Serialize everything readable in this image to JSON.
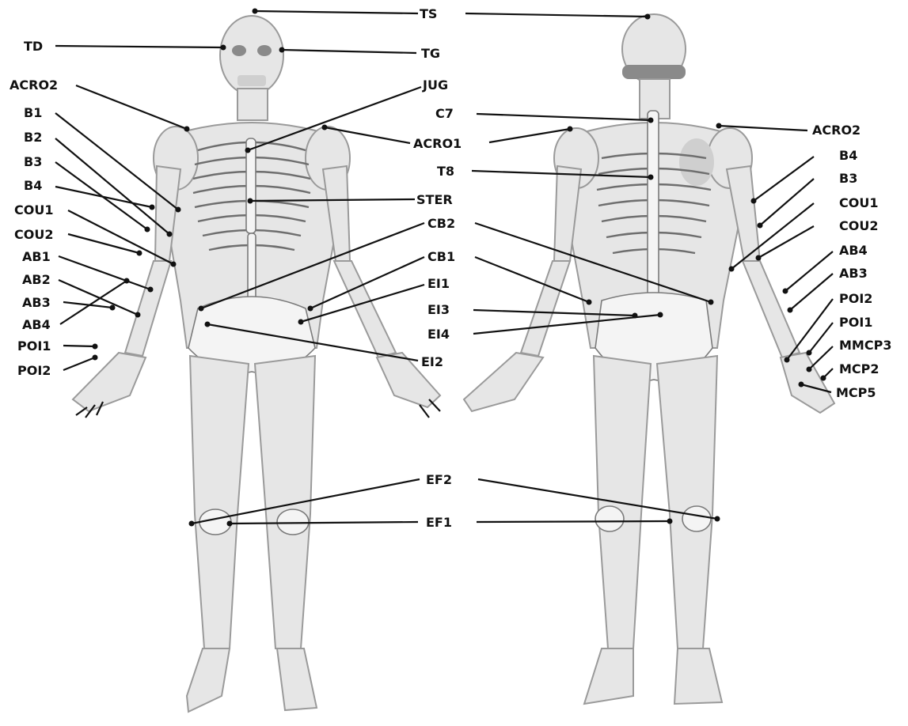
{
  "labels": {
    "TS": "TS",
    "TD": "TD",
    "TG": "TG",
    "JUG": "JUG",
    "ACRO2": "ACRO2",
    "ACRO1": "ACRO1",
    "C7": "C7",
    "T8": "T8",
    "STER": "STER",
    "B1": "B1",
    "B2": "B2",
    "B3": "B3",
    "B4": "B4",
    "COU1": "COU1",
    "COU2": "COU2",
    "AB1": "AB1",
    "AB2": "AB2",
    "AB3": "AB3",
    "AB4": "AB4",
    "POI1": "POI1",
    "POI2": "POI2",
    "CB1": "CB1",
    "CB2": "CB2",
    "EI1": "EI1",
    "EI2": "EI2",
    "EI3": "EI3",
    "EI4": "EI4",
    "EF1": "EF1",
    "EF2": "EF2",
    "MMCP3": "MMCP3",
    "MCP2": "MCP2",
    "MCP5": "MCP5"
  },
  "colors": {
    "ink": "#111111",
    "figure": "#e6e6e6",
    "bone": "#f4f4f4"
  }
}
